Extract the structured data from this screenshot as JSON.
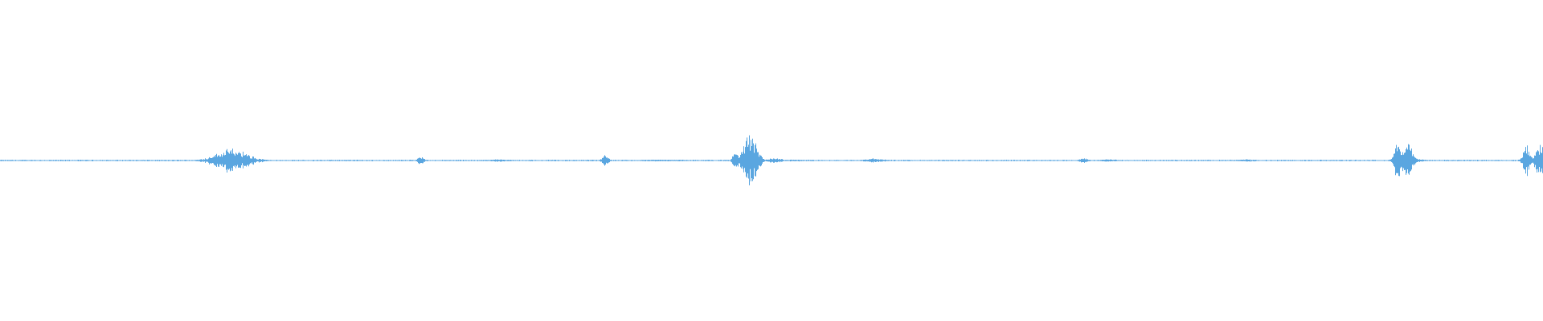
{
  "waveform": {
    "color": "#5aa6e0",
    "baseline_color": "#7db9e8",
    "background": "#ffffff",
    "duration_fraction_axis": [
      0,
      1
    ],
    "amplitude_axis": [
      -1,
      1
    ],
    "events": [
      {
        "t": 0.15,
        "amp": 0.08,
        "spread": 0.01,
        "dens": 1.0
      },
      {
        "t": 0.2725,
        "amp": 0.035,
        "spread": 0.002,
        "dens": 0.6
      },
      {
        "t": 0.3225,
        "amp": 0.012,
        "spread": 0.008,
        "dens": 0.5
      },
      {
        "t": 0.392,
        "amp": 0.05,
        "spread": 0.002,
        "dens": 0.6
      },
      {
        "t": 0.43,
        "amp": 0.01,
        "spread": 0.015,
        "dens": 0.4
      },
      {
        "t": 0.4765,
        "amp": 0.11,
        "spread": 0.0015,
        "dens": 0.6
      },
      {
        "t": 0.486,
        "amp": 0.19,
        "spread": 0.004,
        "dens": 0.9
      },
      {
        "t": 0.502,
        "amp": 0.025,
        "spread": 0.004,
        "dens": 0.6
      },
      {
        "t": 0.515,
        "amp": 0.01,
        "spread": 0.006,
        "dens": 0.5
      },
      {
        "t": 0.5665,
        "amp": 0.02,
        "spread": 0.006,
        "dens": 0.5
      },
      {
        "t": 0.702,
        "amp": 0.03,
        "spread": 0.002,
        "dens": 0.6
      },
      {
        "t": 0.718,
        "amp": 0.012,
        "spread": 0.006,
        "dens": 0.5
      },
      {
        "t": 0.808,
        "amp": 0.012,
        "spread": 0.006,
        "dens": 0.5
      },
      {
        "t": 0.9055,
        "amp": 0.17,
        "spread": 0.002,
        "dens": 0.8
      },
      {
        "t": 0.912,
        "amp": 0.14,
        "spread": 0.003,
        "dens": 0.8
      },
      {
        "t": 0.919,
        "amp": 0.015,
        "spread": 0.004,
        "dens": 0.5
      },
      {
        "t": 0.989,
        "amp": 0.13,
        "spread": 0.002,
        "dens": 0.8
      },
      {
        "t": 0.998,
        "amp": 0.12,
        "spread": 0.003,
        "dens": 0.8
      }
    ],
    "noise_floor": 0.004
  }
}
